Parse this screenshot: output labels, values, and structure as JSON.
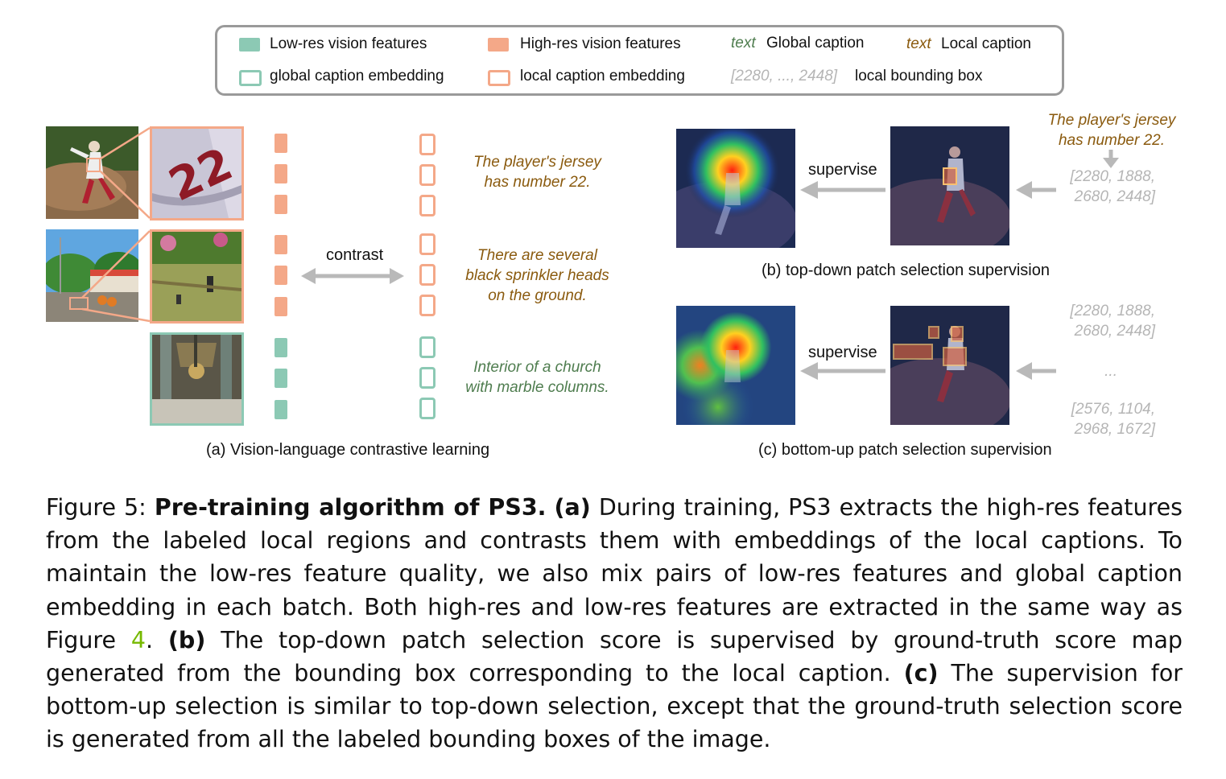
{
  "legend": {
    "low_res_features": "Low-res vision features",
    "high_res_features": "High-res vision features",
    "global_caption_marker": "text",
    "global_caption": "Global caption",
    "local_caption_marker": "text",
    "local_caption": "Local caption",
    "global_caption_embedding": "global caption embedding",
    "local_caption_embedding": "local caption embedding",
    "bbox_marker": "[2280, ..., 2448]",
    "local_bounding_box": "local bounding box"
  },
  "panel_a": {
    "contrast_label": "contrast",
    "captions": [
      {
        "line1": "The player's jersey",
        "line2": "has number 22.",
        "line3": ""
      },
      {
        "line1": "There are several",
        "line2": "black sprinkler heads",
        "line3": "on the ground."
      },
      {
        "line1": "Interior of a church",
        "line2": "with marble columns.",
        "line3": ""
      }
    ],
    "title": "(a) Vision-language contrastive learning",
    "jersey_number": "22"
  },
  "panel_b": {
    "supervise_label": "supervise",
    "caption_line1": "The player's jersey",
    "caption_line2": "has number 22.",
    "bbox_line1": "[2280, 1888,",
    "bbox_line2": "2680, 2448]",
    "title": "(b) top-down patch selection supervision"
  },
  "panel_c": {
    "supervise_label": "supervise",
    "bbox1_line1": "[2280, 1888,",
    "bbox1_line2": "2680, 2448]",
    "ellipsis": "...",
    "bbox2_line1": "[2576, 1104,",
    "bbox2_line2": "2968, 1672]",
    "title": "(c) bottom-up patch selection supervision"
  },
  "caption": {
    "fig_label": "Figure 5: ",
    "bold_title": "Pre-training algorithm of PS3.",
    "a_marker": "(a)",
    "a_text": " During training, PS3 extracts the high-res features from the labeled local regions and contrasts them with embeddings of the local captions. To maintain the low-res feature quality, we also mix pairs of low-res features and global caption embedding in each batch. Both high-res and low-res features are extracted in the same way as Figure ",
    "figure_ref": "4",
    "after_ref": ". ",
    "b_marker": "(b)",
    "b_text": " The top-down patch selection score is supervised by ground-truth score map generated from the bounding box corresponding to the local caption. ",
    "c_marker": "(c)",
    "c_text": " The supervision for bottom-up selection is similar to top-down selection, except that the ground-truth selection score is generated from all the labeled bounding boxes of the image."
  },
  "colors": {
    "high_res": "#f4a888",
    "low_res": "#8cc9b4",
    "local_caption": "#8a5a0e",
    "global_caption": "#4f7d4f",
    "bbox_text": "#b5b5b5",
    "arrow": "#b9b9b9",
    "figure_ref": "#76b900"
  }
}
